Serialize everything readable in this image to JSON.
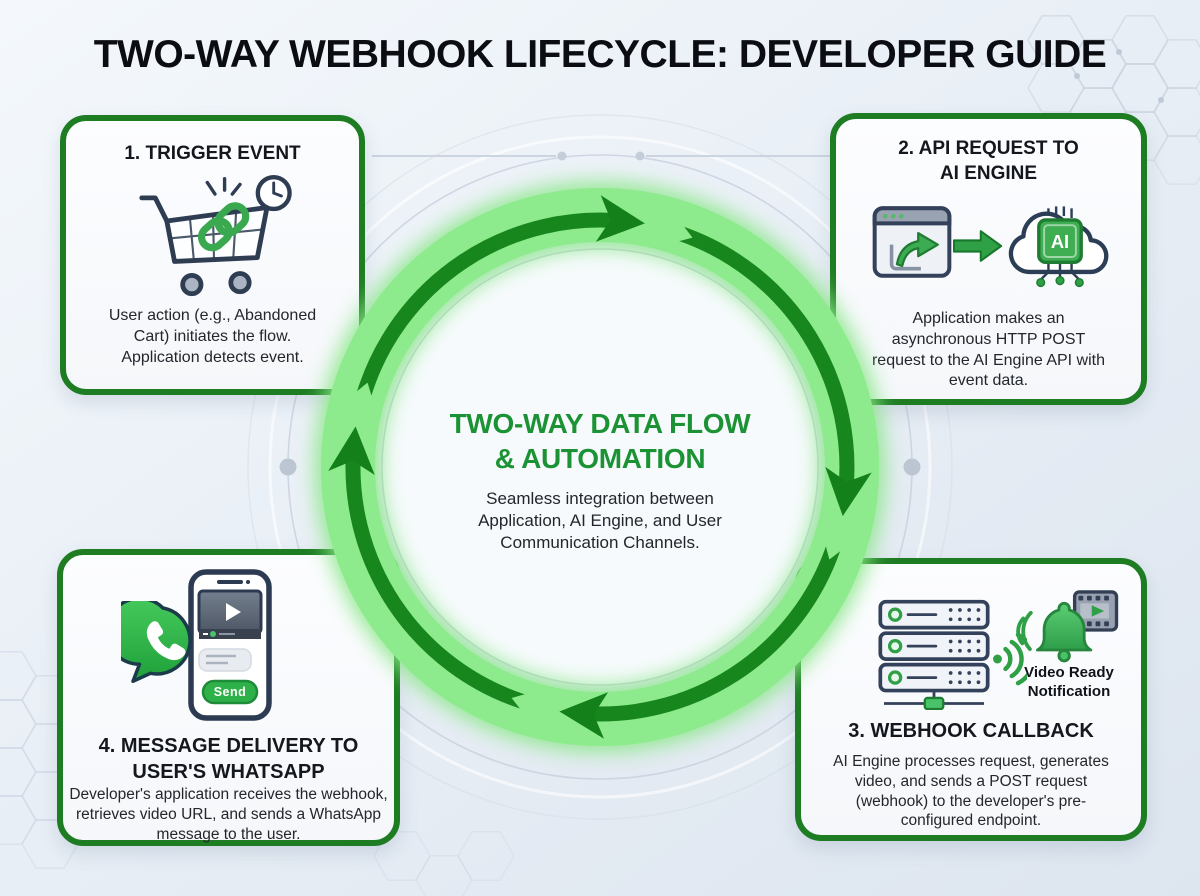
{
  "title": "TWO-WAY WEBHOOK LIFECYCLE: DEVELOPER GUIDE",
  "center": {
    "heading_line1": "TWO-WAY DATA FLOW",
    "heading_line2": "& AUTOMATION",
    "description": "Seamless integration between Application, AI Engine, and User Communication Channels."
  },
  "cards": {
    "trigger": {
      "title": "1. TRIGGER EVENT",
      "description": "User action (e.g., Abandoned Cart) initiates the flow. Application detects event.",
      "icon": "shopping-cart-with-link-and-clock"
    },
    "api_request": {
      "title_line1": "2. API REQUEST TO",
      "title_line2": "AI ENGINE",
      "description": "Application makes an asynchronous HTTP POST request to the AI Engine API with event data.",
      "ai_chip_label": "AI",
      "icons": [
        "browser-share-window",
        "right-arrow",
        "ai-chip-cloud"
      ]
    },
    "webhook_callback": {
      "title": "3. WEBHOOK CALLBACK",
      "description": "AI Engine processes request, generates video, and sends a POST request (webhook) to the developer's pre-configured endpoint.",
      "notification_line1": "Video Ready",
      "notification_line2": "Notification",
      "icons": [
        "server-rack",
        "signal-waves",
        "notification-bell",
        "film-strip"
      ]
    },
    "message_delivery": {
      "title_line1": "4. MESSAGE DELIVERY TO",
      "title_line2": "USER'S WHATSAPP",
      "description": "Developer's application receives the webhook, retrieves video URL, and sends a WhatsApp message to the user.",
      "send_label": "Send",
      "icons": [
        "whatsapp-logo",
        "smartphone-video-message"
      ]
    }
  },
  "colors": {
    "card_border_green": "#1e7d23",
    "ring_band_green": "#8deb8d",
    "ring_arrow_green": "#17871d",
    "center_heading_green": "#1b9334",
    "icon_green": "#3fae53",
    "whatsapp_green": "#2fb14a",
    "outline_navy": "#2c3b52",
    "title_black": "#0c0d12"
  }
}
